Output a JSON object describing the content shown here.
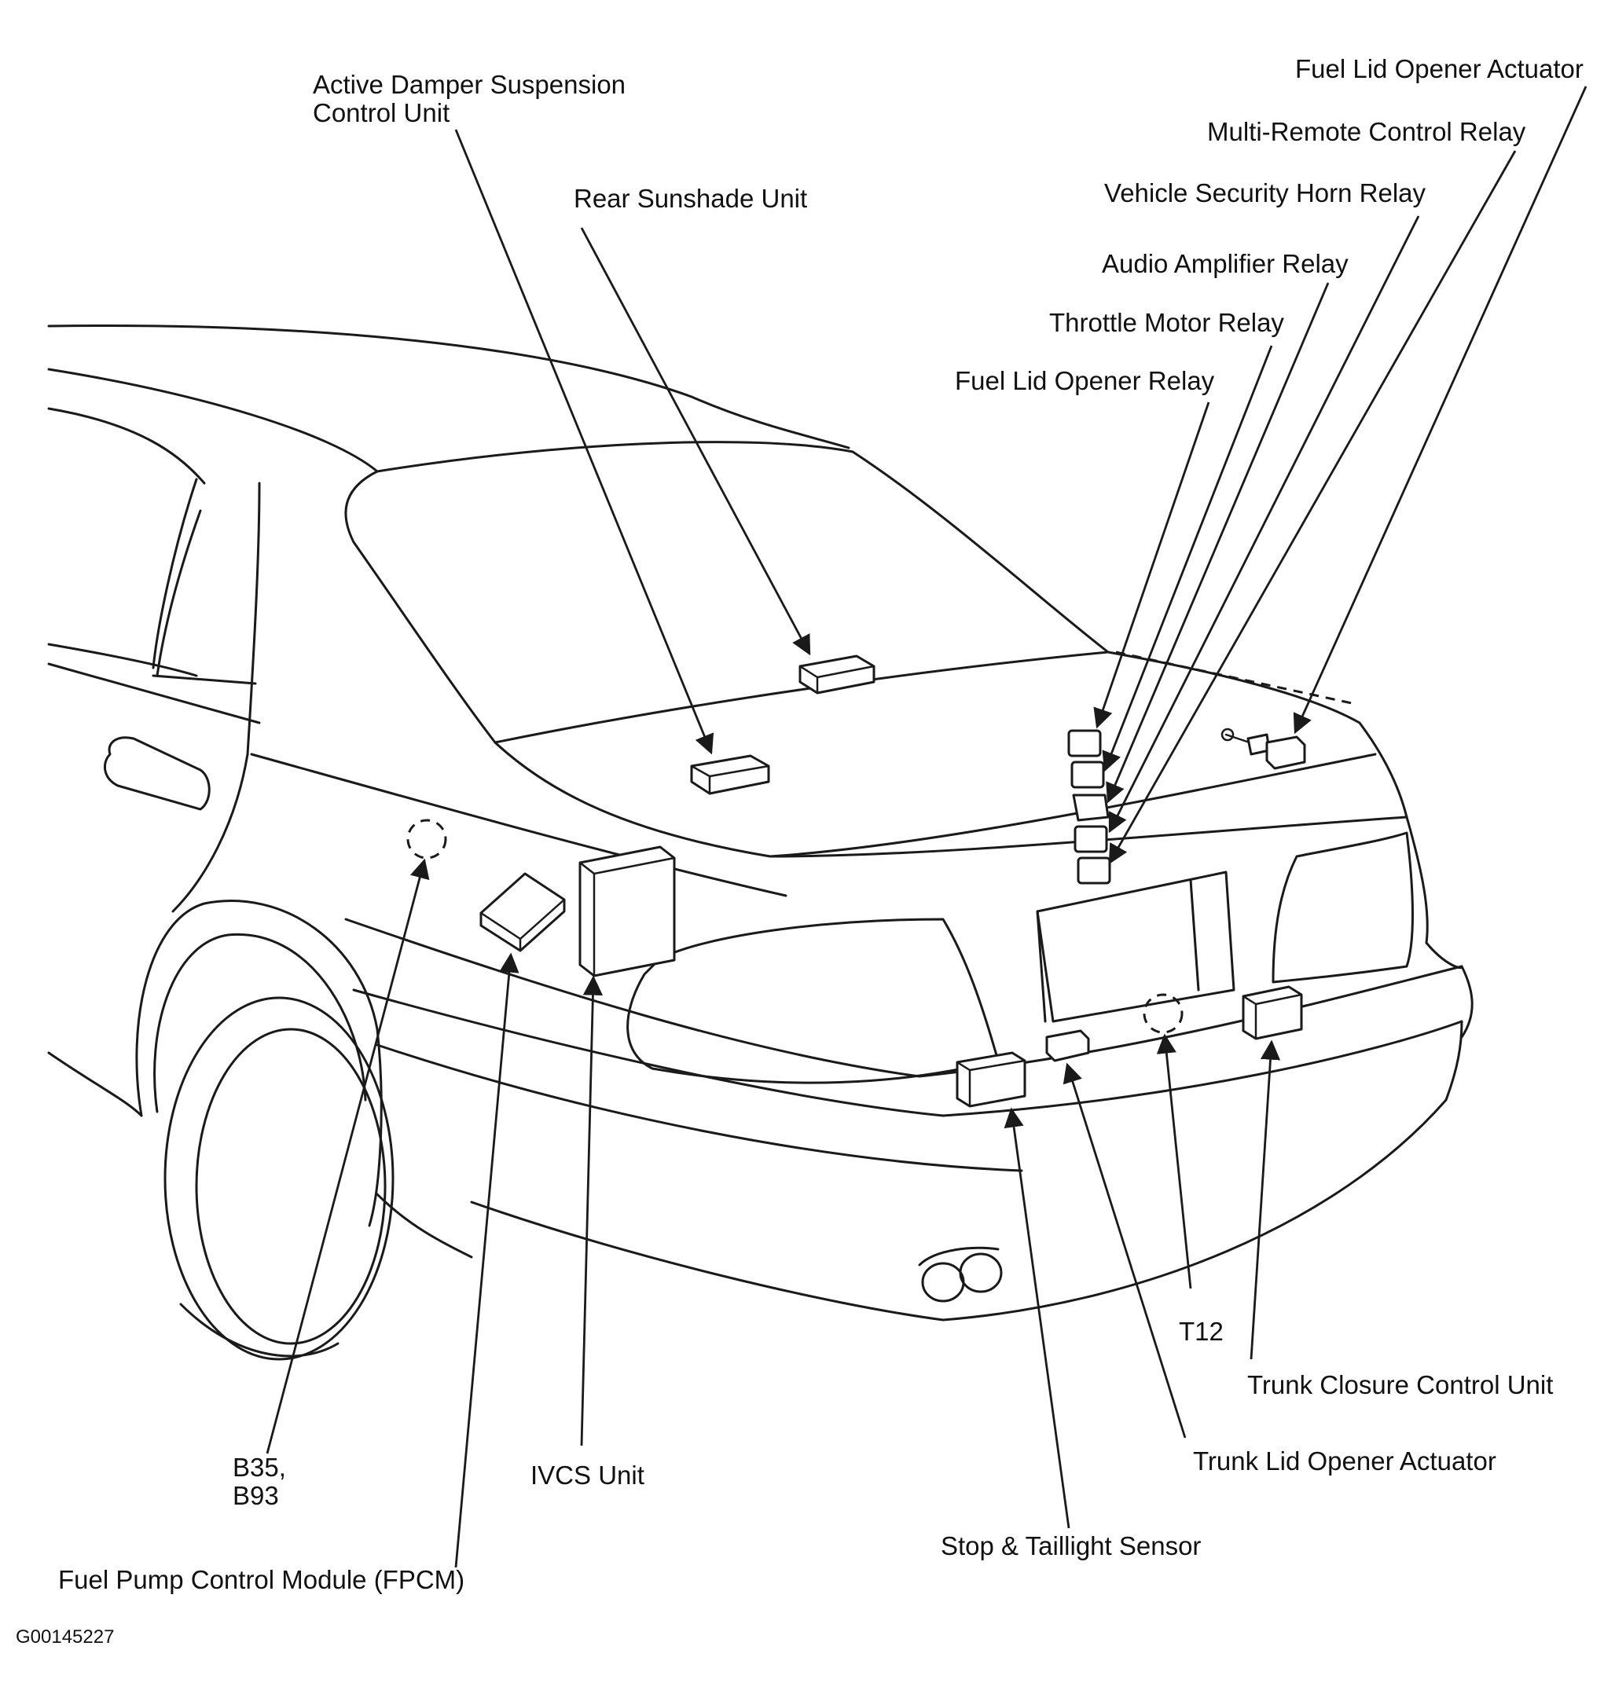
{
  "figure_id": "G00145227",
  "labels": {
    "active_damper": "Active Damper Suspension\nControl Unit",
    "rear_sunshade": "Rear Sunshade Unit",
    "fuel_lid_opener_actuator": "Fuel Lid Opener Actuator",
    "multi_remote_control_relay": "Multi-Remote Control Relay",
    "vehicle_security_horn_relay": "Vehicle Security Horn Relay",
    "audio_amplifier_relay": "Audio Amplifier Relay",
    "throttle_motor_relay": "Throttle Motor Relay",
    "fuel_lid_opener_relay": "Fuel Lid Opener Relay",
    "t12": "T12",
    "trunk_closure_control_unit": "Trunk Closure Control Unit",
    "trunk_lid_opener_actuator": "Trunk Lid Opener Actuator",
    "stop_taillight_sensor": "Stop & Taillight Sensor",
    "ivcs_unit": "IVCS Unit",
    "b35_b93": "B35,\nB93",
    "fpcm": "Fuel Pump Control Module (FPCM)"
  }
}
